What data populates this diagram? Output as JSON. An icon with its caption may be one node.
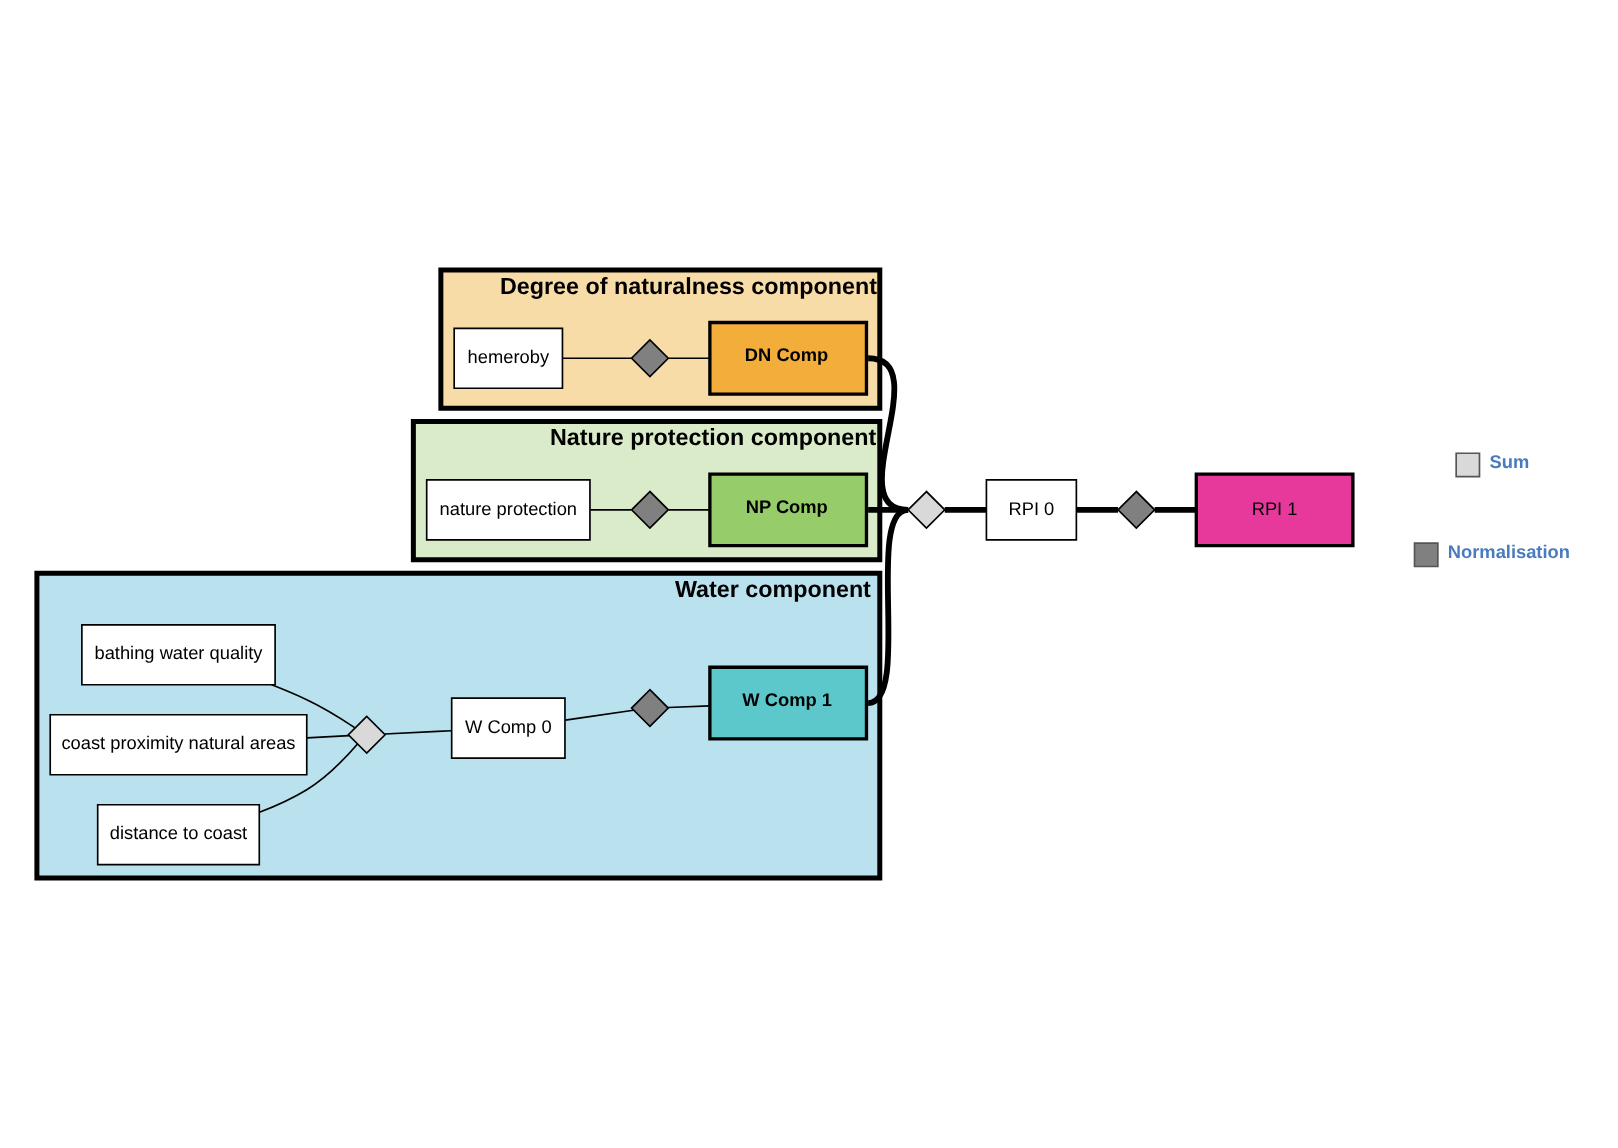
{
  "diagram": {
    "nodes": [
      {
        "text": [
          "Degree of naturalness component"
        ]
      },
      {
        "text": [
          "hemeroby"
        ],
        "in": 0
      },
      {
        "text": [],
        "shape": "diamond",
        "in": 0
      },
      {
        "text": [
          "DN Comp"
        ],
        "in": 0
      },
      {
        "text": [
          "Nature protection component"
        ]
      },
      {
        "text": [
          "nature protection"
        ],
        "in": 4
      },
      {
        "text": [],
        "shape": "diamond",
        "in": 4
      },
      {
        "text": [
          "NP Comp"
        ],
        "in": 4
      },
      {
        "text": [
          "Water component"
        ]
      },
      {
        "text": [
          "bathing water quality"
        ],
        "in": 8
      },
      {
        "text": [
          "coast proximity natural areas"
        ],
        "in": 8
      },
      {
        "text": [
          "distance to coast"
        ],
        "in": 8
      },
      {
        "text": [],
        "shape": "diamond",
        "in": 8
      },
      {
        "text": [
          "W Comp 0"
        ],
        "in": 8
      },
      {
        "text": [],
        "shape": "diamond",
        "in": 8
      },
      {
        "text": [
          "W Comp 1"
        ],
        "in": 8
      },
      {
        "text": [],
        "shape": "diamond"
      },
      {
        "text": [
          "RPI 0"
        ]
      },
      {
        "text": [],
        "shape": "diamond"
      },
      {
        "text": [
          "RPI 1"
        ]
      }
    ],
    "edges": [
      {
        "from": 1,
        "to": 2,
        "arrow": "none"
      },
      {
        "from": 2,
        "to": 3,
        "arrow": "none"
      },
      {
        "from": 5,
        "to": 6,
        "arrow": "none"
      },
      {
        "from": 6,
        "to": 7,
        "arrow": "none"
      },
      {
        "from": 9,
        "to": 12,
        "arrow": "none"
      },
      {
        "from": 10,
        "to": 12,
        "arrow": "none"
      },
      {
        "from": 11,
        "to": 12,
        "arrow": "none"
      },
      {
        "from": 12,
        "to": 13,
        "arrow": "none"
      },
      {
        "from": 13,
        "to": 14,
        "arrow": "none"
      },
      {
        "from": 14,
        "to": 15,
        "arrow": "none"
      },
      {
        "from": 3,
        "to": 16,
        "arrow": "none",
        "style": "thick"
      },
      {
        "from": 7,
        "to": 16,
        "arrow": "none",
        "style": "thick"
      },
      {
        "from": 15,
        "to": 16,
        "arrow": "none",
        "style": "thick"
      },
      {
        "from": 16,
        "to": 17,
        "arrow": "none",
        "style": "thick"
      },
      {
        "from": 17,
        "to": 18,
        "arrow": "none",
        "style": "thick"
      },
      {
        "from": 18,
        "to": 19,
        "arrow": "none",
        "style": "thick"
      }
    ],
    "legend": [
      {
        "text": "Sum"
      },
      {
        "text": "Normalisation"
      }
    ]
  }
}
